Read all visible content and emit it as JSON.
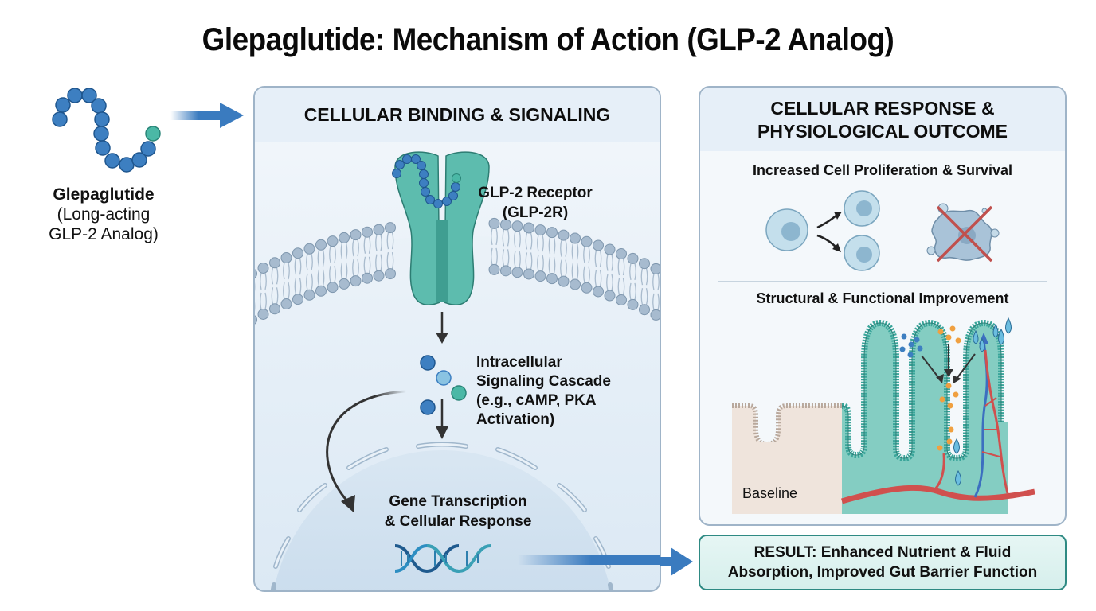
{
  "title": "Glepaglutide: Mechanism of Action (GLP-2 Analog)",
  "drug": {
    "name": "Glepaglutide",
    "description_line1": "(Long-acting",
    "description_line2": "GLP-2 Analog)",
    "icon": "peptide-chain-icon"
  },
  "binding_panel": {
    "header": "CELLULAR BINDING & SIGNALING",
    "receptor_label_line1": "GLP-2 Receptor",
    "receptor_label_line2": "(GLP-2R)",
    "cascade_label_line1": "Intracellular",
    "cascade_label_line2": "Signaling Cascade",
    "cascade_label_line3": "(e.g., cAMP, PKA",
    "cascade_label_line4": "Activation)",
    "gene_label_line1": "Gene Transcription",
    "gene_label_line2": "& Cellular Response",
    "icons": [
      "cell-membrane-icon",
      "receptor-icon",
      "signaling-molecules-icon",
      "nucleus-icon",
      "dna-icon"
    ]
  },
  "response_panel": {
    "header_line1": "CELLULAR RESPONSE &",
    "header_line2": "PHYSIOLOGICAL OUTCOME",
    "proliferation_heading": "Increased Cell Proliferation & Survival",
    "structural_heading": "Structural & Functional Improvement",
    "baseline_label": "Baseline",
    "icons": [
      "cell-division-icon",
      "apoptosis-blocked-icon",
      "intestinal-villi-icon",
      "nutrient-particles-icon",
      "fluid-droplet-icon",
      "blood-vessel-icon"
    ]
  },
  "result": {
    "line1": "RESULT: Enhanced Nutrient & Fluid",
    "line2": "Absorption, Improved Gut Barrier Function"
  },
  "colors": {
    "peptide_blue": "#3d7fc1",
    "peptide_terminal_teal": "#4bb8a6",
    "receptor_teal": "#5dbcae",
    "arrow_blue": "#3a7bbf",
    "membrane_gray": "#9fb2c6",
    "villi_teal": "#3aa59a",
    "blood_red": "#d0504e",
    "vein_blue": "#3c6fc0",
    "nutrient_orange": "#f0a040",
    "apoptosis_x_red": "#c0504d"
  }
}
